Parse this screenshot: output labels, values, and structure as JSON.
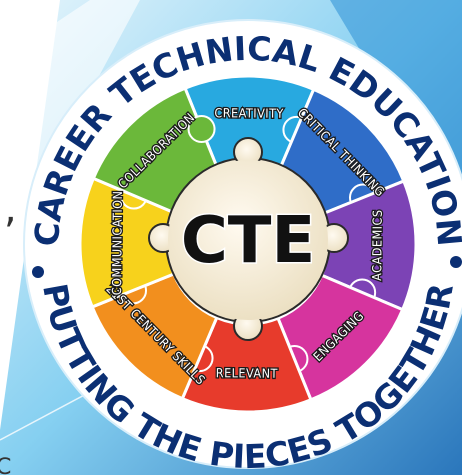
{
  "graphic": {
    "ring_top_text": "CAREER TECHNICAL EDUCATION",
    "ring_bottom_text": "PUTTING THE PIECES TOGETHER",
    "center_text": "CTE",
    "side_punctuation": ",",
    "bottom_left_mark": "C"
  },
  "puzzle_segments": [
    {
      "label": "CREATIVITY",
      "color": "#28a9e0"
    },
    {
      "label": "CRITICAL THINKING",
      "color": "#2f6dc8"
    },
    {
      "label": "ACADEMICS",
      "color": "#7c43b5"
    },
    {
      "label": "ENGAGING",
      "color": "#d6349e"
    },
    {
      "label": "RELEVANT",
      "color": "#e73b2c"
    },
    {
      "label": "21ST CENTURY SKILLS",
      "color": "#f28f1e"
    },
    {
      "label": "COMMUNICATION",
      "color": "#f7d21c"
    },
    {
      "label": "COLLABORATION",
      "color": "#6bb83a"
    }
  ],
  "colors": {
    "ring_text": "#0b2f73",
    "background_light": "#cdeaf7",
    "background_mid": "#58bde9",
    "background_dark": "#1f6fb8",
    "center_piece": "#fbf1d4"
  }
}
